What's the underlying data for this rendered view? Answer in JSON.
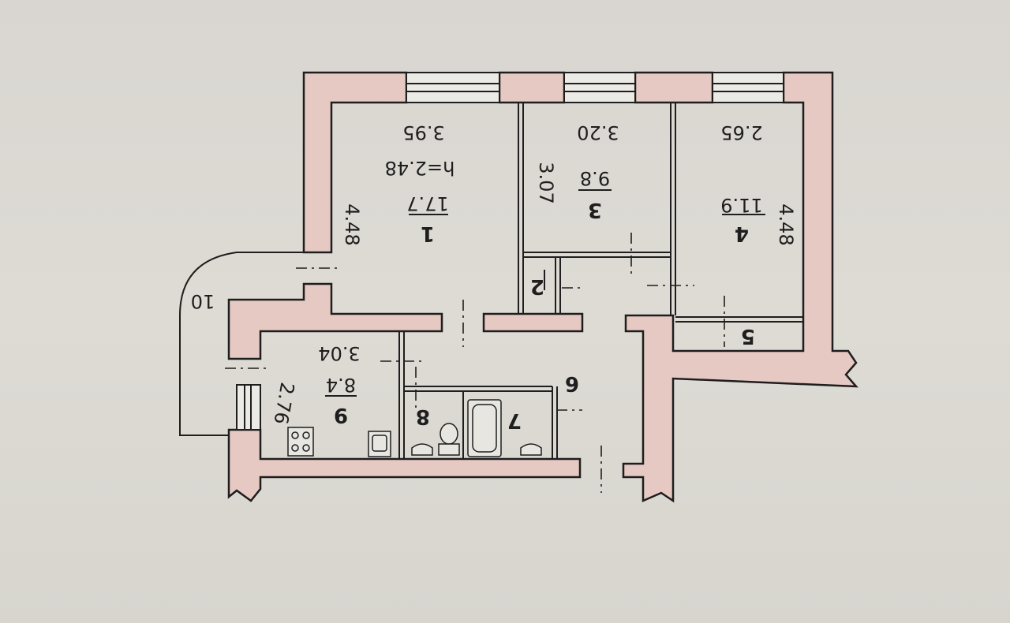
{
  "plan": {
    "rooms": [
      {
        "number": "1",
        "area": "17.7",
        "width": "3.95",
        "length": "4.48",
        "height": "h=2.48"
      },
      {
        "number": "2"
      },
      {
        "number": "3",
        "area": "9.8",
        "width": "3.20",
        "length": "3.07"
      },
      {
        "number": "4",
        "area": "11.9",
        "width": "2.65",
        "length": "4.48"
      },
      {
        "number": "5"
      },
      {
        "number": "6"
      },
      {
        "number": "7"
      },
      {
        "number": "8"
      },
      {
        "number": "9",
        "area": "8.4",
        "width": "3.04",
        "length": "2.76"
      },
      {
        "number": "10"
      }
    ],
    "colors": {
      "wall": "#e6c9c3",
      "paper": "#dcd9d3",
      "ink": "#1e1e1e"
    }
  }
}
